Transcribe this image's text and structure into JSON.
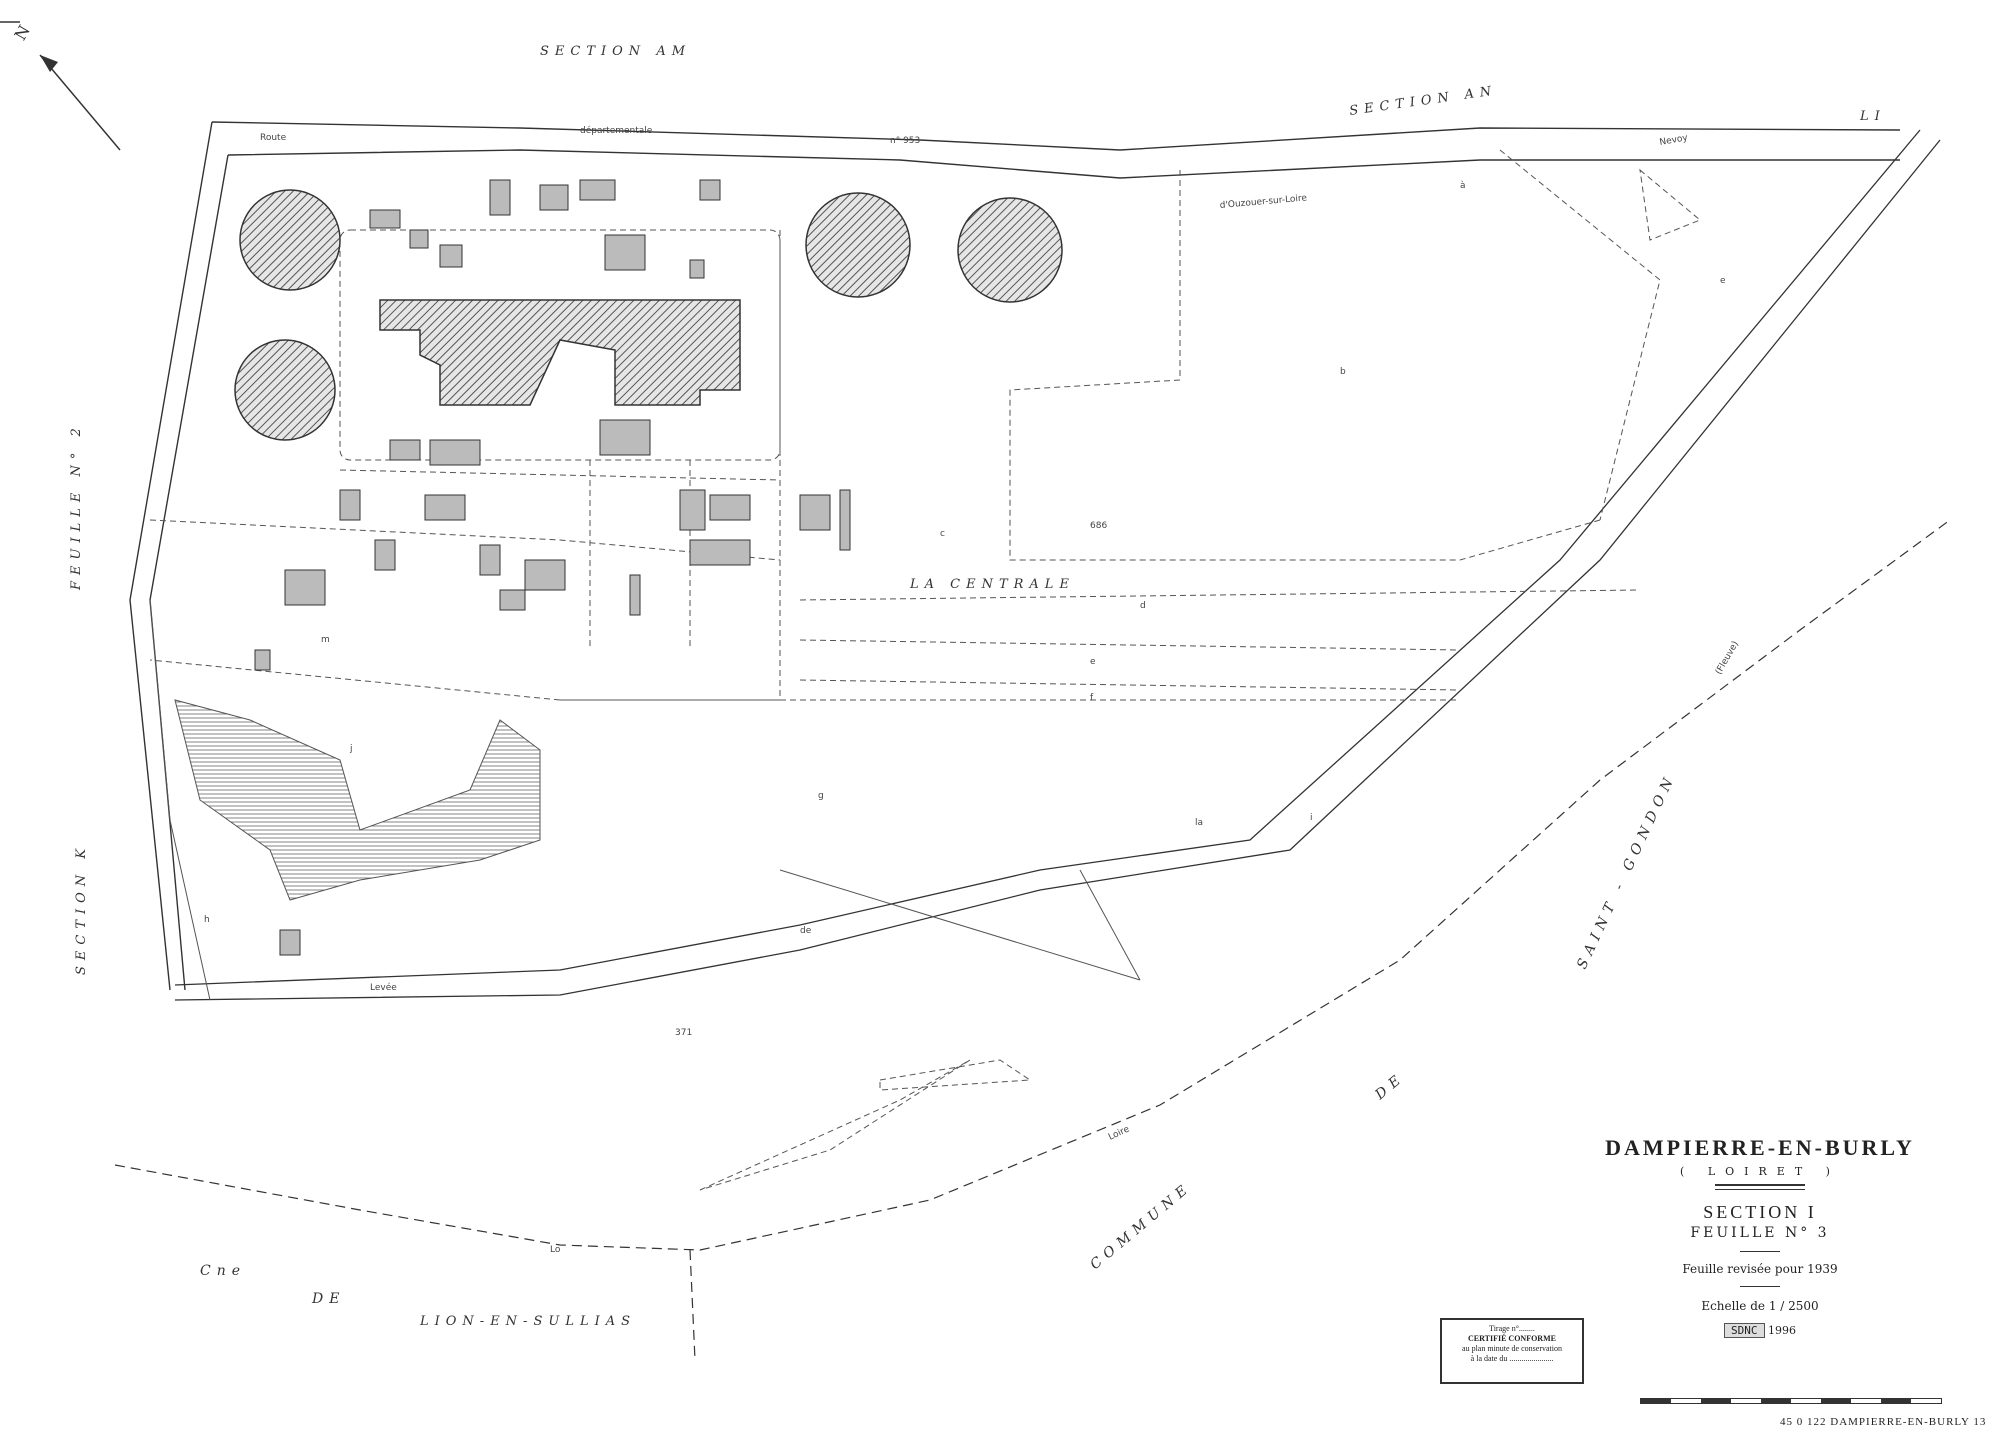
{
  "map": {
    "labels": {
      "section_am": "SECTION        AM",
      "section_an": "SECTION        AN",
      "li": "LI",
      "route_1": "Route",
      "route_2": "départementale",
      "route_3": "n° 953",
      "route_4": "d'Ouzouer-sur-Loire",
      "route_5": "à",
      "route_6": "Nevoy",
      "feuille_no2": "FEUILLE   N° 2",
      "section_k": "SECTION    K",
      "la_centrale": "LA  CENTRALE",
      "levee": "Levée",
      "de_levee": "de",
      "la": "la",
      "loire_fleuve": "(Fleuve)",
      "loire": "Loire",
      "lo": "Lo",
      "parcel_686": "686",
      "parcel_371": "371",
      "parcel_b": "b",
      "parcel_c": "c",
      "parcel_d": "d",
      "parcel_e": "e",
      "parcel_e2": "e",
      "parcel_f": "f",
      "parcel_g": "g",
      "parcel_h": "h",
      "parcel_i": "i",
      "parcel_j": "j",
      "parcel_m": "m",
      "commune_de": "COMMUNE",
      "de_saint": "DE",
      "saint_gondon": "SAINT - GONDON",
      "cne": "Cne",
      "de_lion": "DE",
      "lion": "LION-EN-SULLIAS"
    },
    "compass": "N"
  },
  "cartouche": {
    "title": "DAMPIERRE-EN-BURLY",
    "dept": "( LOIRET )",
    "section": "SECTION  I",
    "feuille": "FEUILLE  N° 3",
    "revision": "Feuille revisée pour 1939",
    "echelle": "Echelle  de   1 / 2500",
    "stamp_badge": "SDNC",
    "stamp_year": "1996"
  },
  "certificate": {
    "tirage": "Tirage n°........",
    "certifie": "CERTIFIÉ CONFORME",
    "line2": "au plan minute de conservation",
    "line3": "à la date du ......................"
  },
  "footer": "45  0  122  DAMPIERRE-EN-BURLY   13"
}
